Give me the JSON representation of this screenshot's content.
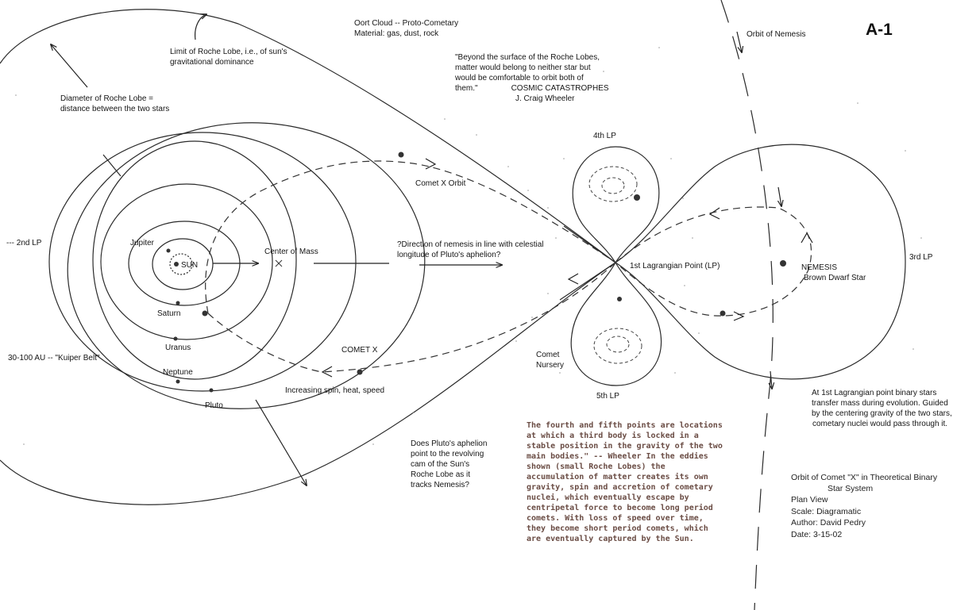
{
  "sheet_id": "A-1",
  "labels": {
    "oort_cloud": "Oort Cloud -- Proto-Cometary",
    "oort_material": "Material: gas, dust, rock",
    "orbit_nemesis": "Orbit of Nemesis",
    "roche_limit_1": "Limit of Roche Lobe, i.e., of sun's",
    "roche_limit_2": "gravitational dominance",
    "diameter_1": "Diameter of Roche Lobe =",
    "diameter_2": "distance between the two stars",
    "quote_1": "\"Beyond the surface of the Roche Lobes,",
    "quote_2": "matter would belong to neither star but",
    "quote_3": "would be comfortable to orbit both of",
    "quote_4": "them.\"",
    "quote_source_1": "COSMIC CATASTROPHES",
    "quote_source_2": "J. Craig Wheeler",
    "fourth_lp": "4th LP",
    "fifth_lp": "5th LP",
    "second_lp": "--- 2nd LP",
    "third_lp": "3rd LP",
    "comet_x_orbit": "Comet X Orbit",
    "jupiter": "Jupiter",
    "sun": "SUN",
    "saturn": "Saturn",
    "uranus": "Uranus",
    "neptune": "Neptune",
    "pluto": "Pluto",
    "center_of_mass": "Center of Mass",
    "direction_1": "?Direction of nemesis in line with celestial",
    "direction_2": "longitude of Pluto's aphelion?",
    "first_lp": "1st Lagrangian Point (LP)",
    "nemesis": "NEMESIS",
    "brown_dwarf": "Brown Dwarf Star",
    "kuiper_belt": "30-100 AU -- \"Kuiper Belt\"",
    "comet_x": "COMET X",
    "spin": "Increasing spin, heat, speed",
    "comet_nursery_1": "Comet",
    "comet_nursery_2": "Nursery",
    "transfer_1": "At 1st Lagrangian point binary stars",
    "transfer_2": "transfer mass during evolution.  Guided",
    "transfer_3": "by the centering gravity of the two stars,",
    "transfer_4": "cometary nuclei would pass through it.",
    "aphelion_1": "Does Pluto's aphelion",
    "aphelion_2": "point to the revolving",
    "aphelion_3": "cam of the Sun's",
    "aphelion_4": "Roche Lobe as it",
    "aphelion_5": "tracks Nemesis?"
  },
  "note_text": "The fourth and fifth points are locations at which a third body is locked in a stable position in the gravity of the two main bodies.\" -- Wheeler In the eddies shown (small Roche Lobes) the accumulation of matter creates its own gravity, spin and accretion of cometary nuclei, which eventually escape by centripetal force to become long period comets. With loss of speed over time, they become short period comets, which are eventually captured by the Sun.",
  "title_block": {
    "title_1": "Orbit of Comet \"X\" in Theoretical Binary",
    "title_2": "Star System",
    "view": "Plan View",
    "scale": "Scale:  Diagramatic",
    "author": "Author:  David Pedry",
    "date": "Date:  3-15-02"
  },
  "colors": {
    "ink": "#1a1a1a",
    "note_ink": "#6a4c44"
  }
}
